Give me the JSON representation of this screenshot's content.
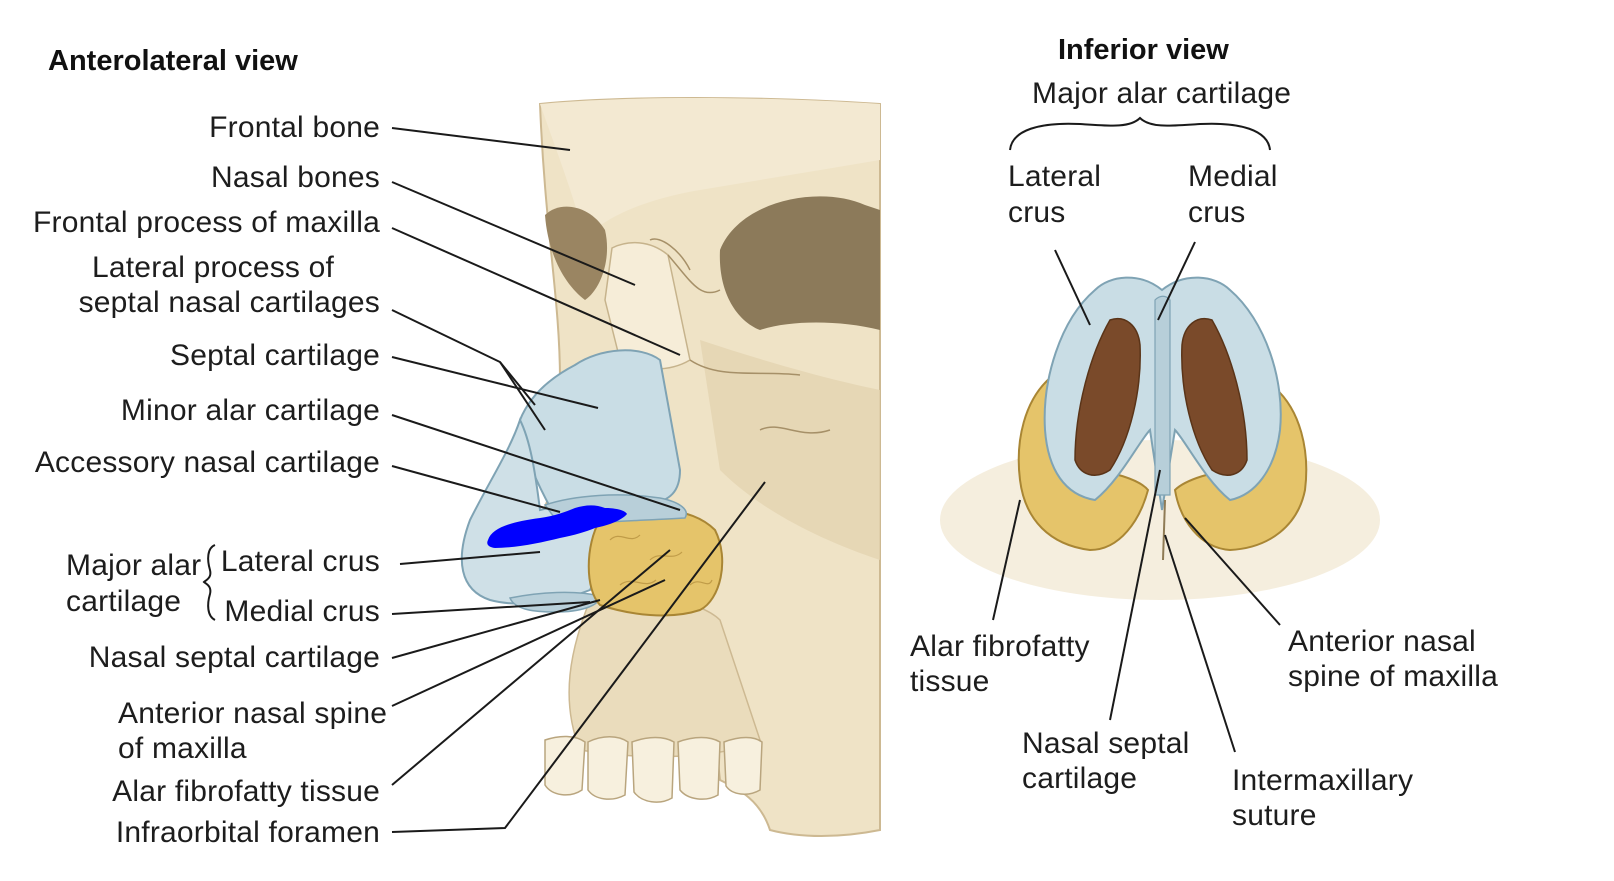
{
  "left_panel": {
    "title": "Anterolateral view",
    "labels": {
      "frontal_bone": "Frontal bone",
      "nasal_bones": "Nasal bones",
      "frontal_process": "Frontal process of maxilla",
      "lateral_process_1": "Lateral process of",
      "lateral_process_2": "septal nasal cartilages",
      "septal_cartilage": "Septal cartilage",
      "minor_alar": "Minor alar cartilage",
      "accessory": "Accessory nasal cartilage",
      "major_alar_1": "Major alar",
      "major_alar_2": "cartilage",
      "lateral_crus": "Lateral crus",
      "medial_crus": "Medial crus",
      "nasal_septal": "Nasal septal cartilage",
      "ans_1": "Anterior nasal spine",
      "ans_2": "of maxilla",
      "alar_fibrofatty": "Alar fibrofatty tissue",
      "infraorbital": "Infraorbital foramen"
    }
  },
  "right_panel": {
    "title": "Inferior view",
    "labels": {
      "major_alar": "Major alar cartilage",
      "lateral_crus_1": "Lateral",
      "lateral_crus_2": "crus",
      "medial_crus_1": "Medial",
      "medial_crus_2": "crus",
      "alar_1": "Alar fibrofatty",
      "alar_2": "tissue",
      "ans_1": "Anterior nasal",
      "ans_2": "spine of maxilla",
      "nsc_1": "Nasal septal",
      "nsc_2": "cartilage",
      "im_1": "Intermaxillary",
      "im_2": "suture"
    }
  },
  "colors": {
    "bone": "#efe3c6",
    "bone_shadow": "#d2bf98",
    "orbit": "#8c7a5a",
    "cartilage": "#c9dde5",
    "cartilage_edge": "#7fa3b4",
    "fat": "#e5c46a",
    "fat_edge": "#a98634",
    "nostril": "#7a4a2a",
    "highlight": "#0000ff"
  }
}
